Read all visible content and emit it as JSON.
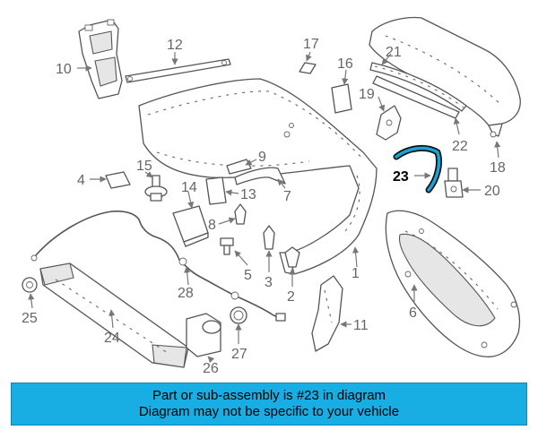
{
  "callouts": {
    "n1": "1",
    "n2": "2",
    "n3": "3",
    "n4": "4",
    "n5": "5",
    "n6": "6",
    "n7": "7",
    "n8": "8",
    "n9": "9",
    "n10": "10",
    "n11": "11",
    "n12": "12",
    "n13": "13",
    "n14": "14",
    "n15": "15",
    "n16": "16",
    "n17": "17",
    "n18": "18",
    "n19": "19",
    "n20": "20",
    "n21": "21",
    "n22": "22",
    "n23": "23",
    "n24": "24",
    "n25": "25",
    "n26": "26",
    "n27": "27",
    "n28": "28"
  },
  "highlight": {
    "part_number": "23",
    "color": "#1aa3d6"
  },
  "banner": {
    "line1": "Part or sub-assembly is #23 in diagram",
    "line2": "Diagram may not be specific to your vehicle",
    "background": "#18aee3"
  }
}
